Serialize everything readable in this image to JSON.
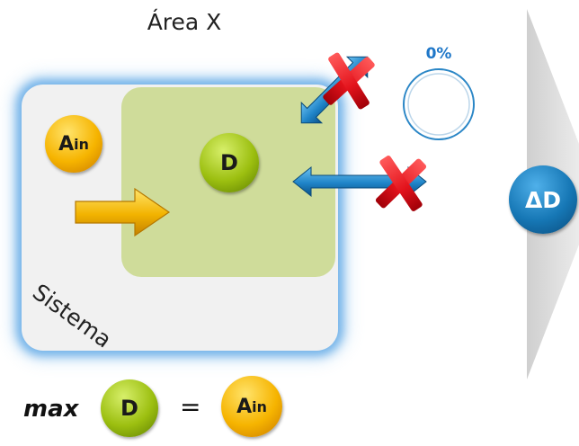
{
  "diagram": {
    "area_title": "Área X",
    "system_label": "Sistema",
    "ball_a_in": {
      "main": "A",
      "sub": "in"
    },
    "ball_d": "D",
    "ball_delta_d": "ΔD",
    "progress": {
      "label": "0%",
      "value": 0
    },
    "formula": {
      "max": "max",
      "d": "D",
      "equals": "=",
      "a_in": {
        "main": "A",
        "sub": "in"
      }
    }
  },
  "colors": {
    "gold": "#f6b400",
    "green": "#9cbf10",
    "blue": "#1677b5",
    "area": "#cfdc9a",
    "system_glow": "#64aae6",
    "cross_red": "#e3131c",
    "chevron": "#dcdcdc"
  }
}
